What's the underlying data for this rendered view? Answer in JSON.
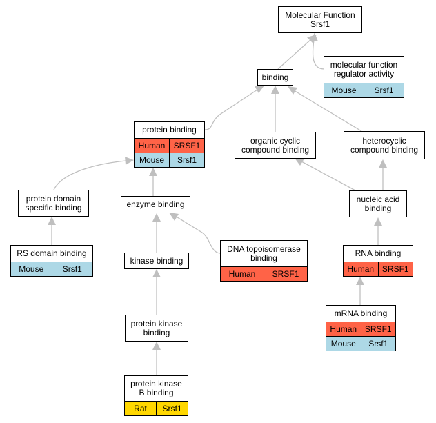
{
  "colors": {
    "Human": "#ff6347",
    "Mouse": "#add8e6",
    "Rat": "#ffd700",
    "edge": "#bfbfbf"
  },
  "nodes": {
    "mf": {
      "lines": [
        "Molecular Function",
        "Srsf1"
      ],
      "rows": []
    },
    "mfra": {
      "lines": [
        "molecular function",
        "regulator activity"
      ],
      "rows": [
        [
          "Mouse",
          "Srsf1"
        ]
      ]
    },
    "binding": {
      "lines": [
        "binding"
      ],
      "rows": []
    },
    "pb": {
      "lines": [
        "protein binding"
      ],
      "rows": [
        [
          "Human",
          "SRSF1"
        ],
        [
          "Mouse",
          "Srsf1"
        ]
      ]
    },
    "ocb": {
      "lines": [
        "organic cyclic",
        "compound binding"
      ],
      "rows": []
    },
    "hcb": {
      "lines": [
        "heterocyclic",
        "compound binding"
      ],
      "rows": []
    },
    "pdsb": {
      "lines": [
        "protein domain",
        "specific binding"
      ],
      "rows": []
    },
    "eb": {
      "lines": [
        "enzyme binding"
      ],
      "rows": []
    },
    "nab": {
      "lines": [
        "nucleic acid",
        "binding"
      ],
      "rows": []
    },
    "rsdb": {
      "lines": [
        "RS domain binding"
      ],
      "rows": [
        [
          "Mouse",
          "Srsf1"
        ]
      ]
    },
    "kb": {
      "lines": [
        "kinase binding"
      ],
      "rows": []
    },
    "dtb": {
      "lines": [
        "DNA topoisomerase",
        "binding"
      ],
      "rows": [
        [
          "Human",
          "SRSF1"
        ]
      ]
    },
    "rnab": {
      "lines": [
        "RNA binding"
      ],
      "rows": [
        [
          "Human",
          "SRSF1"
        ]
      ]
    },
    "pkb": {
      "lines": [
        "protein kinase",
        "binding"
      ],
      "rows": []
    },
    "mrnab": {
      "lines": [
        "mRNA binding"
      ],
      "rows": [
        [
          "Human",
          "SRSF1"
        ],
        [
          "Mouse",
          "Srsf1"
        ]
      ]
    },
    "pkbb": {
      "lines": [
        "protein kinase",
        "B binding"
      ],
      "rows": [
        [
          "Rat",
          "Srsf1"
        ]
      ]
    }
  }
}
